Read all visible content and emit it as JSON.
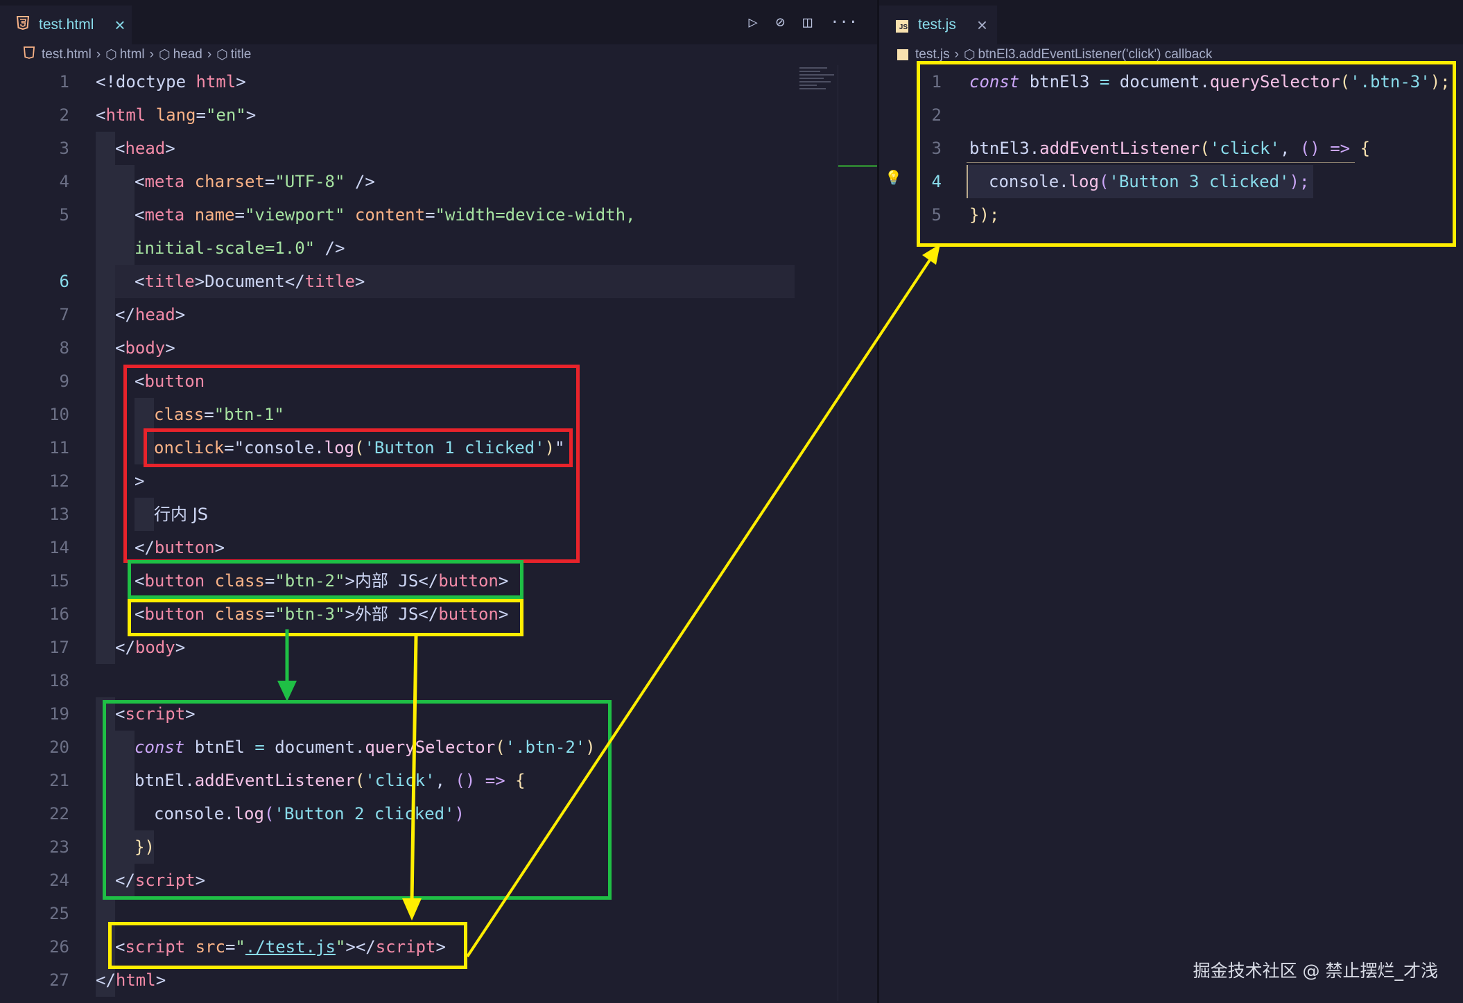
{
  "left": {
    "tab": {
      "label": "test.html",
      "close": "×"
    },
    "actions": {
      "run": "▷",
      "debug": "⊘",
      "split": "◫",
      "more": "···"
    },
    "breadcrumbs": [
      "test.html",
      "html",
      "head",
      "title"
    ],
    "active_line": 6
  },
  "right": {
    "tab": {
      "label": "test.js",
      "close": "×"
    },
    "breadcrumbs": [
      "test.js",
      "btnEl3.addEventListener('click') callback"
    ],
    "active_line": 4
  },
  "watermark": "掘金技术社区 @ 禁止摆烂_才浅",
  "colors": {
    "red_box": "#e8232b",
    "green_box": "#1fbf45",
    "yellow_box": "#ffee00",
    "background": "#1e1e2e"
  },
  "html_code": {
    "l1": [
      "<!doctype ",
      "html",
      ">"
    ],
    "l2": [
      "<",
      "html",
      " ",
      "lang",
      "=",
      "\"en\"",
      ">"
    ],
    "l3": [
      "<",
      "head",
      ">"
    ],
    "l4": [
      "<",
      "meta",
      " ",
      "charset",
      "=",
      "\"UTF-8\"",
      " />"
    ],
    "l5": [
      "<",
      "meta",
      " ",
      "name",
      "=",
      "\"viewport\"",
      " ",
      "content",
      "=",
      "\"width=device-width,"
    ],
    "l5b": [
      "initial-scale=1.0\"",
      " />"
    ],
    "l6": [
      "<",
      "title",
      ">",
      "Document",
      "</",
      "title",
      ">"
    ],
    "l7": [
      "</",
      "head",
      ">"
    ],
    "l8": [
      "<",
      "body",
      ">"
    ],
    "l9": [
      "<",
      "button"
    ],
    "l10": [
      "class",
      "=",
      "\"btn-1\""
    ],
    "l11": [
      "onclick",
      "=",
      "\"console.",
      "log",
      "(",
      "'Button 1 clicked'",
      ")",
      "\""
    ],
    "l12": [
      ">"
    ],
    "l13": [
      "行内 JS"
    ],
    "l14": [
      "</",
      "button",
      ">"
    ],
    "l15": [
      "<",
      "button",
      " ",
      "class",
      "=",
      "\"btn-2\"",
      ">",
      "内部 JS",
      "</",
      "button",
      ">"
    ],
    "l16": [
      "<",
      "button",
      " ",
      "class",
      "=",
      "\"btn-3\"",
      ">",
      "外部 JS",
      "</",
      "button",
      ">"
    ],
    "l17": [
      "</",
      "body",
      ">"
    ],
    "l19": [
      "<",
      "script",
      ">"
    ],
    "l20": [
      "const",
      " btnEl ",
      "=",
      " document.",
      "querySelector",
      "(",
      "'.btn-2'",
      ")"
    ],
    "l21": [
      "btnEl.",
      "addEventListener",
      "(",
      "'click'",
      ", ",
      "()",
      " ",
      "=>",
      " ",
      "{"
    ],
    "l22": [
      "console.",
      "log",
      "(",
      "'Button 2 clicked'",
      ")"
    ],
    "l23": [
      "})"
    ],
    "l24": [
      "</",
      "script",
      ">"
    ],
    "l26": [
      "<",
      "script",
      " ",
      "src",
      "=",
      "\"",
      "./test.js",
      "\"",
      "></",
      "script",
      ">"
    ],
    "l27": [
      "</",
      "html",
      ">"
    ]
  },
  "js_code": {
    "l1": [
      "const",
      " btnEl3 ",
      "=",
      " document.",
      "querySelector",
      "(",
      "'.btn-3'",
      ");"
    ],
    "l3": [
      "btnEl3.",
      "addEventListener",
      "(",
      "'click'",
      ", ",
      "()",
      " ",
      "=>",
      " ",
      "{"
    ],
    "l4": [
      "console.",
      "log",
      "(",
      "'Button 3 clicked'",
      ");"
    ],
    "l5": [
      "});"
    ]
  }
}
